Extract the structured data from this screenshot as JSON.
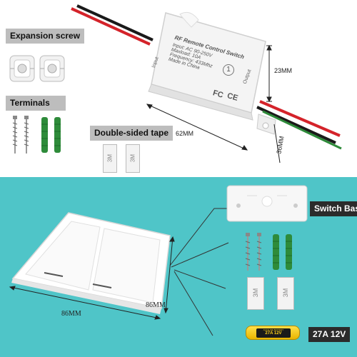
{
  "labels": {
    "expansion_screw": "Expansion screw",
    "terminals": "Terminals",
    "double_sided_tape": "Double-sided tape",
    "switch_base": "Switch Base",
    "battery": "27A 12V"
  },
  "dimensions": {
    "receiver_height": "23MM",
    "receiver_length": "62MM",
    "receiver_width": "36MM",
    "switch_width": "86MM",
    "switch_height": "86MM"
  },
  "receiver": {
    "title": "RF Remote Control Switch",
    "input": "Input: AC 90-250V",
    "max_load": "Maxload: 10A",
    "frequency": "Frequency: 433Mhz",
    "made_in": "Made in China",
    "input_side": "Input",
    "output_side": "Output",
    "fc": "FC",
    "ce": "CE",
    "number": "1"
  },
  "tape_text": "3M",
  "battery_text": {
    "brand": "ALKALINE BATTERY",
    "model": "27A 12V"
  },
  "colors": {
    "teal": "#4fc5c8",
    "wire_red": "#d4232a",
    "wire_black": "#1a1a1a",
    "wire_green": "#2e8b3a"
  }
}
